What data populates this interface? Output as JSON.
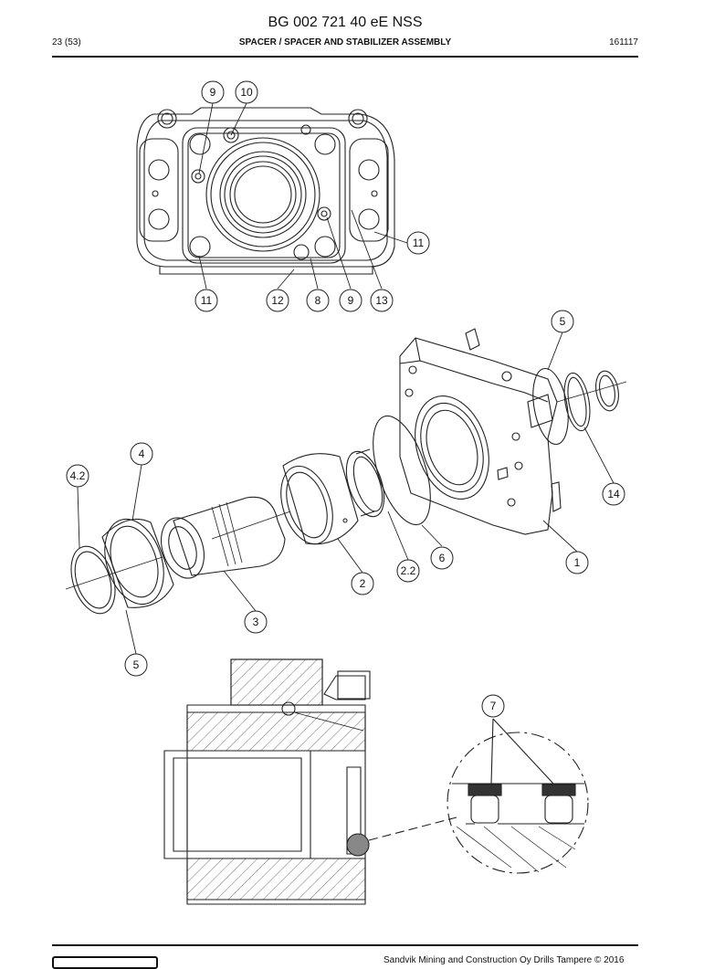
{
  "header": {
    "doc_number": "BG 002 721 40 eE NSS",
    "page": "23 (53)",
    "section": "SPACER / SPACER AND STABILIZER ASSEMBLY",
    "date": "161117"
  },
  "callouts": {
    "c9a": "9",
    "c10": "10",
    "c11a": "11",
    "c11b": "11",
    "c12": "12",
    "c8": "8",
    "c9b": "9",
    "c13": "13",
    "c5a": "5",
    "c14": "14",
    "c4": "4",
    "c42": "4.2",
    "c22": "2.2",
    "c6": "6",
    "c1": "1",
    "c2": "2",
    "c3": "3",
    "c5b": "5",
    "c7": "7"
  },
  "footer": {
    "copyright": "Sandvik Mining and Construction Oy Drills Tampere © 2016"
  }
}
